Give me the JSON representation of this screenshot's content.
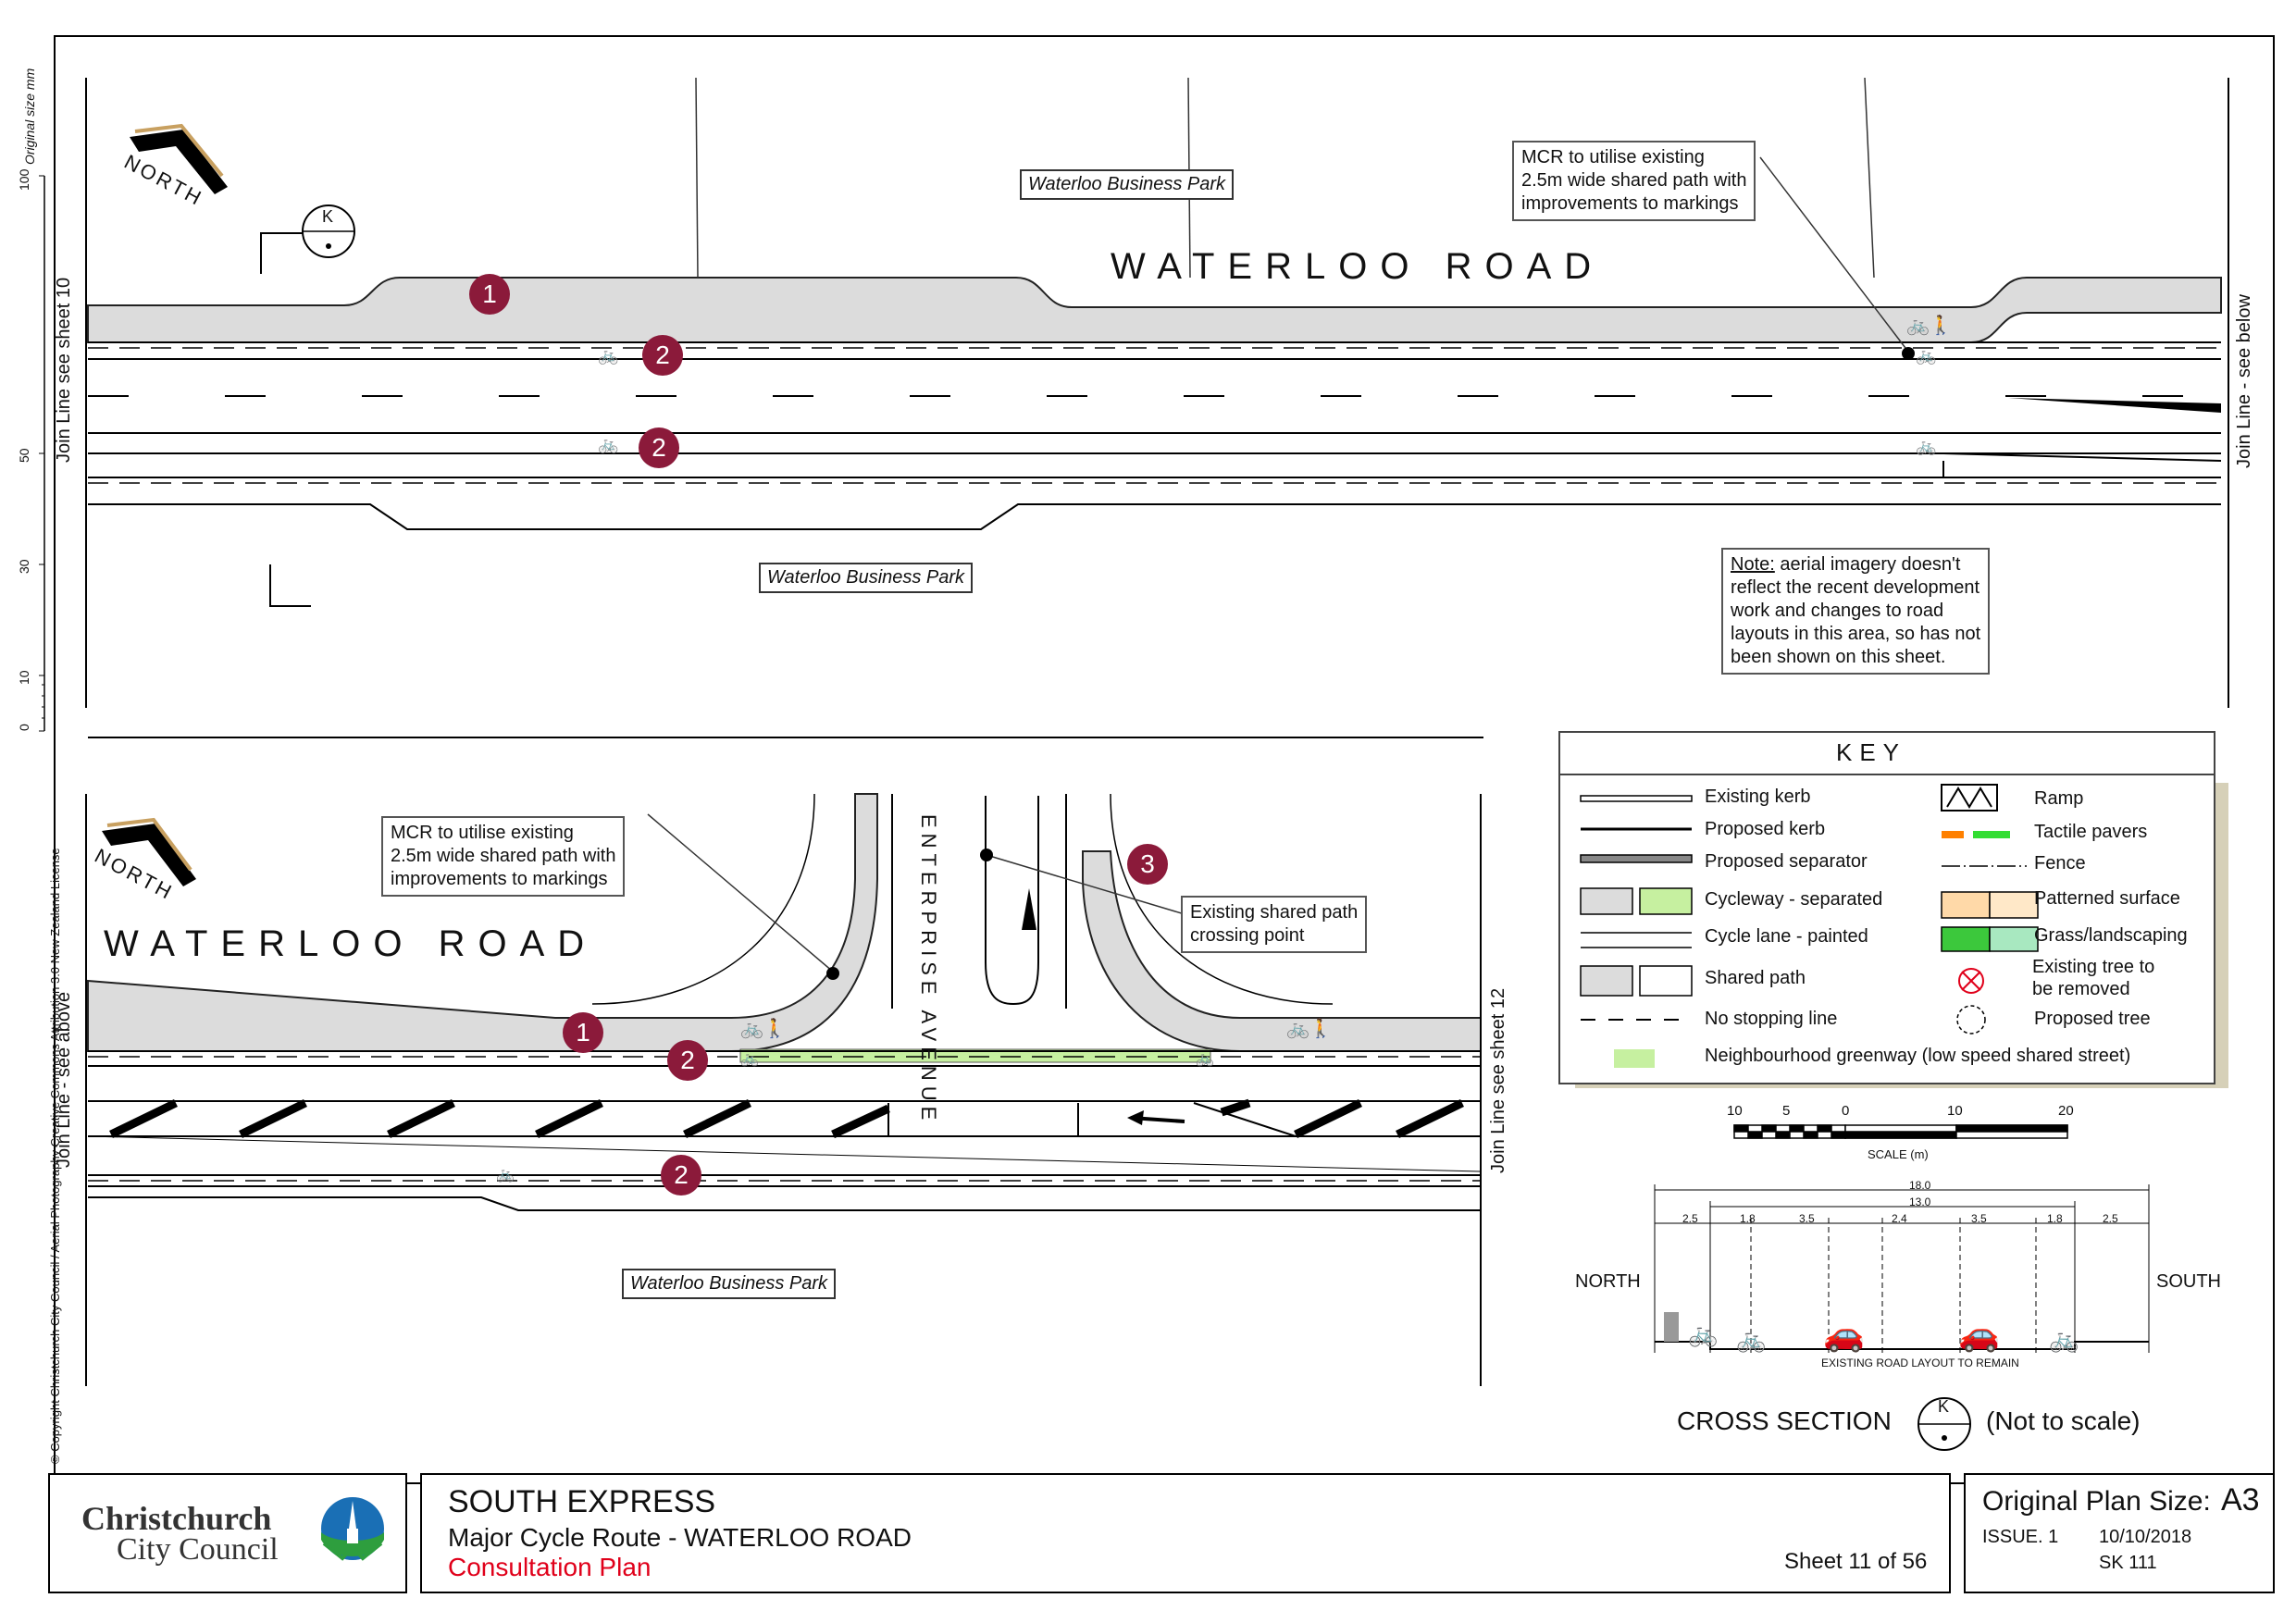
{
  "scale_ruler": {
    "label": "Original size mm",
    "ticks": [
      "100",
      "50",
      "30",
      "10",
      "0"
    ]
  },
  "top_plan": {
    "road_name": "WATERLOO ROAD",
    "north": "NORTH",
    "business_park_top": "Waterloo Business Park",
    "business_park_bottom": "Waterloo Business Park",
    "k_symbol": "K",
    "join_left": "Join Line see sheet 10",
    "join_right": "Join Line - see below",
    "mcr_callout": [
      "MCR to utilise existing",
      "2.5m wide shared path with",
      "improvements to markings"
    ],
    "note": {
      "title": "Note:",
      "lines": [
        " aerial imagery doesn't",
        "reflect the recent development",
        "work and changes to road",
        "layouts in this area, so has not",
        "been shown on this sheet."
      ]
    },
    "markers": [
      "1",
      "2",
      "2"
    ]
  },
  "bottom_plan": {
    "road_name": "WATERLOO ROAD",
    "north": "NORTH",
    "side_street": "ENTERPRISE AVENUE",
    "business_park": "Waterloo Business Park",
    "join_left": "Join Line - see above",
    "join_right": "Join Line see sheet 12",
    "mcr_callout": [
      "MCR to utilise existing",
      "2.5m wide shared path with",
      "improvements to markings"
    ],
    "crossing_callout": [
      "Existing shared path",
      "crossing point"
    ],
    "markers": [
      "1",
      "2",
      "2",
      "3"
    ]
  },
  "copyright": "© Copyright Christchurch City Council   / Aerial Photography Creative Commons Attribution 3.0 New Zealand License",
  "key": {
    "title": "KEY",
    "left": [
      "Existing kerb",
      "Proposed kerb",
      "Proposed separator",
      "Cycleway - separated",
      "Cycle lane - painted",
      "Shared path",
      "No stopping line",
      "Neighbourhood greenway (low speed shared street)"
    ],
    "right": [
      "Ramp",
      "Tactile pavers",
      "Fence",
      "Patterned surface",
      "Grass/landscaping",
      "Existing tree to",
      "be removed",
      "Proposed tree"
    ]
  },
  "scale_bar": {
    "ticks": [
      "10",
      "5",
      "0",
      "10",
      "20"
    ],
    "label": "SCALE (m)"
  },
  "cross_section": {
    "total_width": "18.0",
    "carriageway_width": "13.0",
    "segments": [
      "2.5",
      "1.8",
      "3.5",
      "2.4",
      "3.5",
      "1.8",
      "2.5"
    ],
    "north": "NORTH",
    "south": "SOUTH",
    "note": "EXISTING ROAD LAYOUT TO REMAIN",
    "title": "CROSS SECTION",
    "symbol": "K",
    "not_to_scale": "(Not to scale)"
  },
  "title_block": {
    "council_line1": "Christchurch",
    "council_line2": "City Council",
    "project": "SOUTH EXPRESS",
    "route": "Major Cycle Route - WATERLOO ROAD",
    "plan_type": "Consultation Plan",
    "sheet": "Sheet 11 of 56",
    "plan_size_label": "Original Plan Size:",
    "plan_size": "A3",
    "issue": "ISSUE. 1",
    "date": "10/10/2018",
    "sheet_code": "SK 111"
  },
  "colors": {
    "marker": "#8b1a3a",
    "consultation": "#e0001a",
    "greenway": "#c6f0a0",
    "footpath": "#dcdcdc",
    "grass": "#3cc83c",
    "tactile_orange": "#ff8000",
    "tactile_green": "#33dd33",
    "logo_blue": "#1a6fb5",
    "logo_green": "#2e9e3e"
  }
}
